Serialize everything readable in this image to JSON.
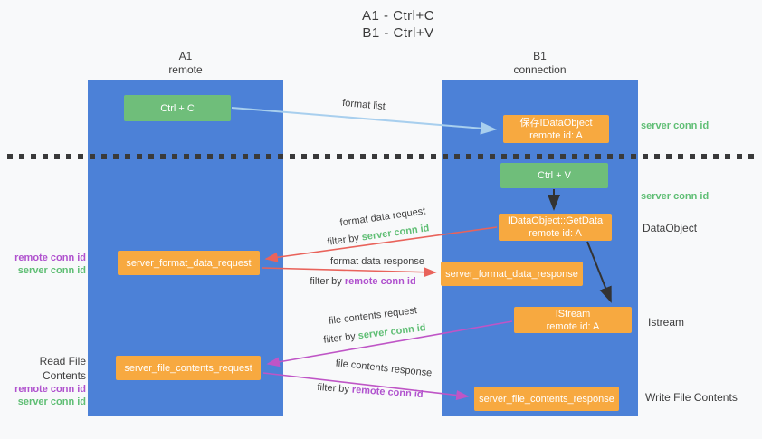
{
  "title": {
    "line1": "A1 - Ctrl+C",
    "line2": "B1 - Ctrl+V"
  },
  "columns": {
    "left": {
      "name": "A1",
      "role": "remote"
    },
    "right": {
      "name": "B1",
      "role": "connection"
    }
  },
  "boxes": {
    "ctrl_c": "Ctrl + C",
    "save_idataobject": {
      "title": "保存IDataObject",
      "subtitle": "remote id: A"
    },
    "ctrl_v": "Ctrl + V",
    "getdata": {
      "title": "IDataObject::GetData",
      "subtitle": "remote id: A"
    },
    "format_request": "server_format_data_request",
    "format_response": "server_format_data_response",
    "istream": {
      "title": "IStream",
      "subtitle": "remote id: A"
    },
    "file_request": "server_file_contents_request",
    "file_response": "server_file_contents_response"
  },
  "arrow_labels": {
    "format_list": "format list",
    "format_data_request": "format data request",
    "format_data_response": "format data response",
    "file_contents_request": "file contents request",
    "file_contents_response": "file contents response",
    "filter_by": "filter by ",
    "server_conn_id": "server conn id",
    "remote_conn_id": "remote conn id"
  },
  "side_labels": {
    "server_conn_id_top": "server conn id",
    "server_conn_id_mid": "server conn id",
    "dataobject": "DataObject",
    "istream": "Istream",
    "write_file_contents": "Write File Contents",
    "read_file_contents": "Read File Contents",
    "left_remote_conn_id": "remote conn id",
    "left_server_conn_id": "server conn id",
    "left_remote_conn_id_2": "remote conn id",
    "left_server_conn_id_2": "server conn id"
  },
  "colors": {
    "column_blue": "#4c81d7",
    "box_green": "#6fbe7a",
    "box_orange": "#f7a940",
    "text_green": "#5fbe74",
    "text_purple": "#b052ce",
    "arrow_red": "#e9635b",
    "arrow_magenta": "#bf55c6",
    "arrow_light_blue": "#a8cfee",
    "arrow_black": "#333333"
  }
}
